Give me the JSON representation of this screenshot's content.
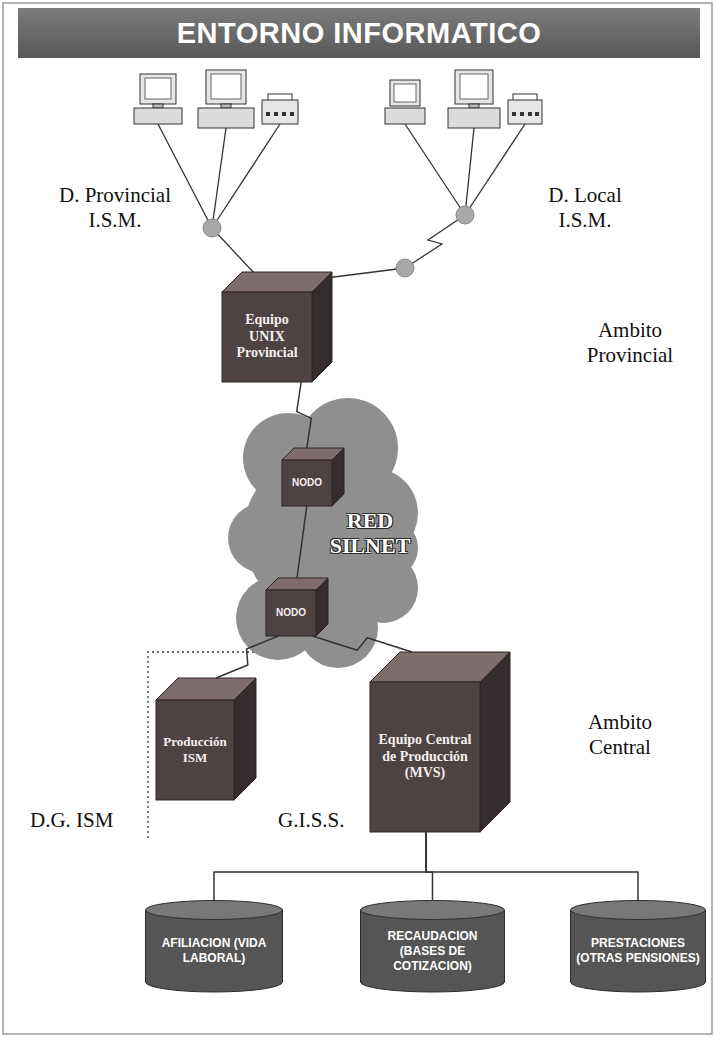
{
  "diagram": {
    "title": "ENTORNO INFORMATICO",
    "nodes": [
      {
        "text": [
          "Equipo UNIX Provincial"
        ]
      },
      {
        "text": [
          "RED SILNET"
        ]
      },
      {
        "text": [
          "NODO"
        ],
        "in": 1
      },
      {
        "text": [
          "NODO"
        ],
        "in": 1
      },
      {
        "text": [
          "Producción ISM"
        ]
      },
      {
        "text": [
          "Equipo Central de Producción (MVS)"
        ]
      },
      {
        "text": [
          "AFILIACION (VIDA LABORAL)"
        ]
      },
      {
        "text": [
          "RECAUDACION (BASES DE COTIZACION)"
        ]
      },
      {
        "text": [
          "PRESTACIONES (OTRAS PENSIONES)"
        ]
      }
    ],
    "edges": [
      {
        "from": 0,
        "to": 2,
        "arrow": "none"
      },
      {
        "from": 2,
        "to": 3,
        "arrow": "none"
      },
      {
        "from": 3,
        "to": 4,
        "arrow": "none"
      },
      {
        "from": 3,
        "to": 5,
        "arrow": "none"
      },
      {
        "from": 5,
        "to": 6,
        "arrow": "none"
      },
      {
        "from": 5,
        "to": 7,
        "arrow": "none"
      },
      {
        "from": 5,
        "to": 8,
        "arrow": "none"
      }
    ],
    "labels": [
      "D. Provincial I.S.M.",
      "D. Local I.S.M.",
      "Ambito Provincial",
      "Ambito Central",
      "D.G. ISM",
      "G.I.S.S."
    ]
  }
}
